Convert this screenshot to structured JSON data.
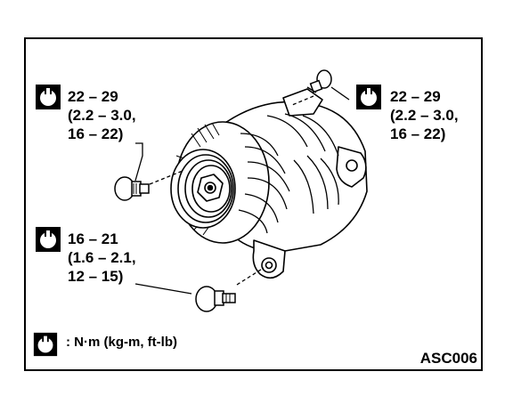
{
  "diagram": {
    "code": "ASC006",
    "torque_specs": [
      {
        "id": "upper-left",
        "lines": [
          "22 – 29",
          "(2.2 – 3.0,",
          "16 – 22)"
        ]
      },
      {
        "id": "upper-right",
        "lines": [
          "22 – 29",
          "(2.2 – 3.0,",
          "16 – 22)"
        ]
      },
      {
        "id": "lower-left",
        "lines": [
          "16 – 21",
          "(1.6 – 2.1,",
          "12 – 15)"
        ]
      }
    ],
    "legend": {
      "text": ": N·m (kg-m, ft-lb)",
      "icon": "torque-wrench-icon"
    }
  }
}
